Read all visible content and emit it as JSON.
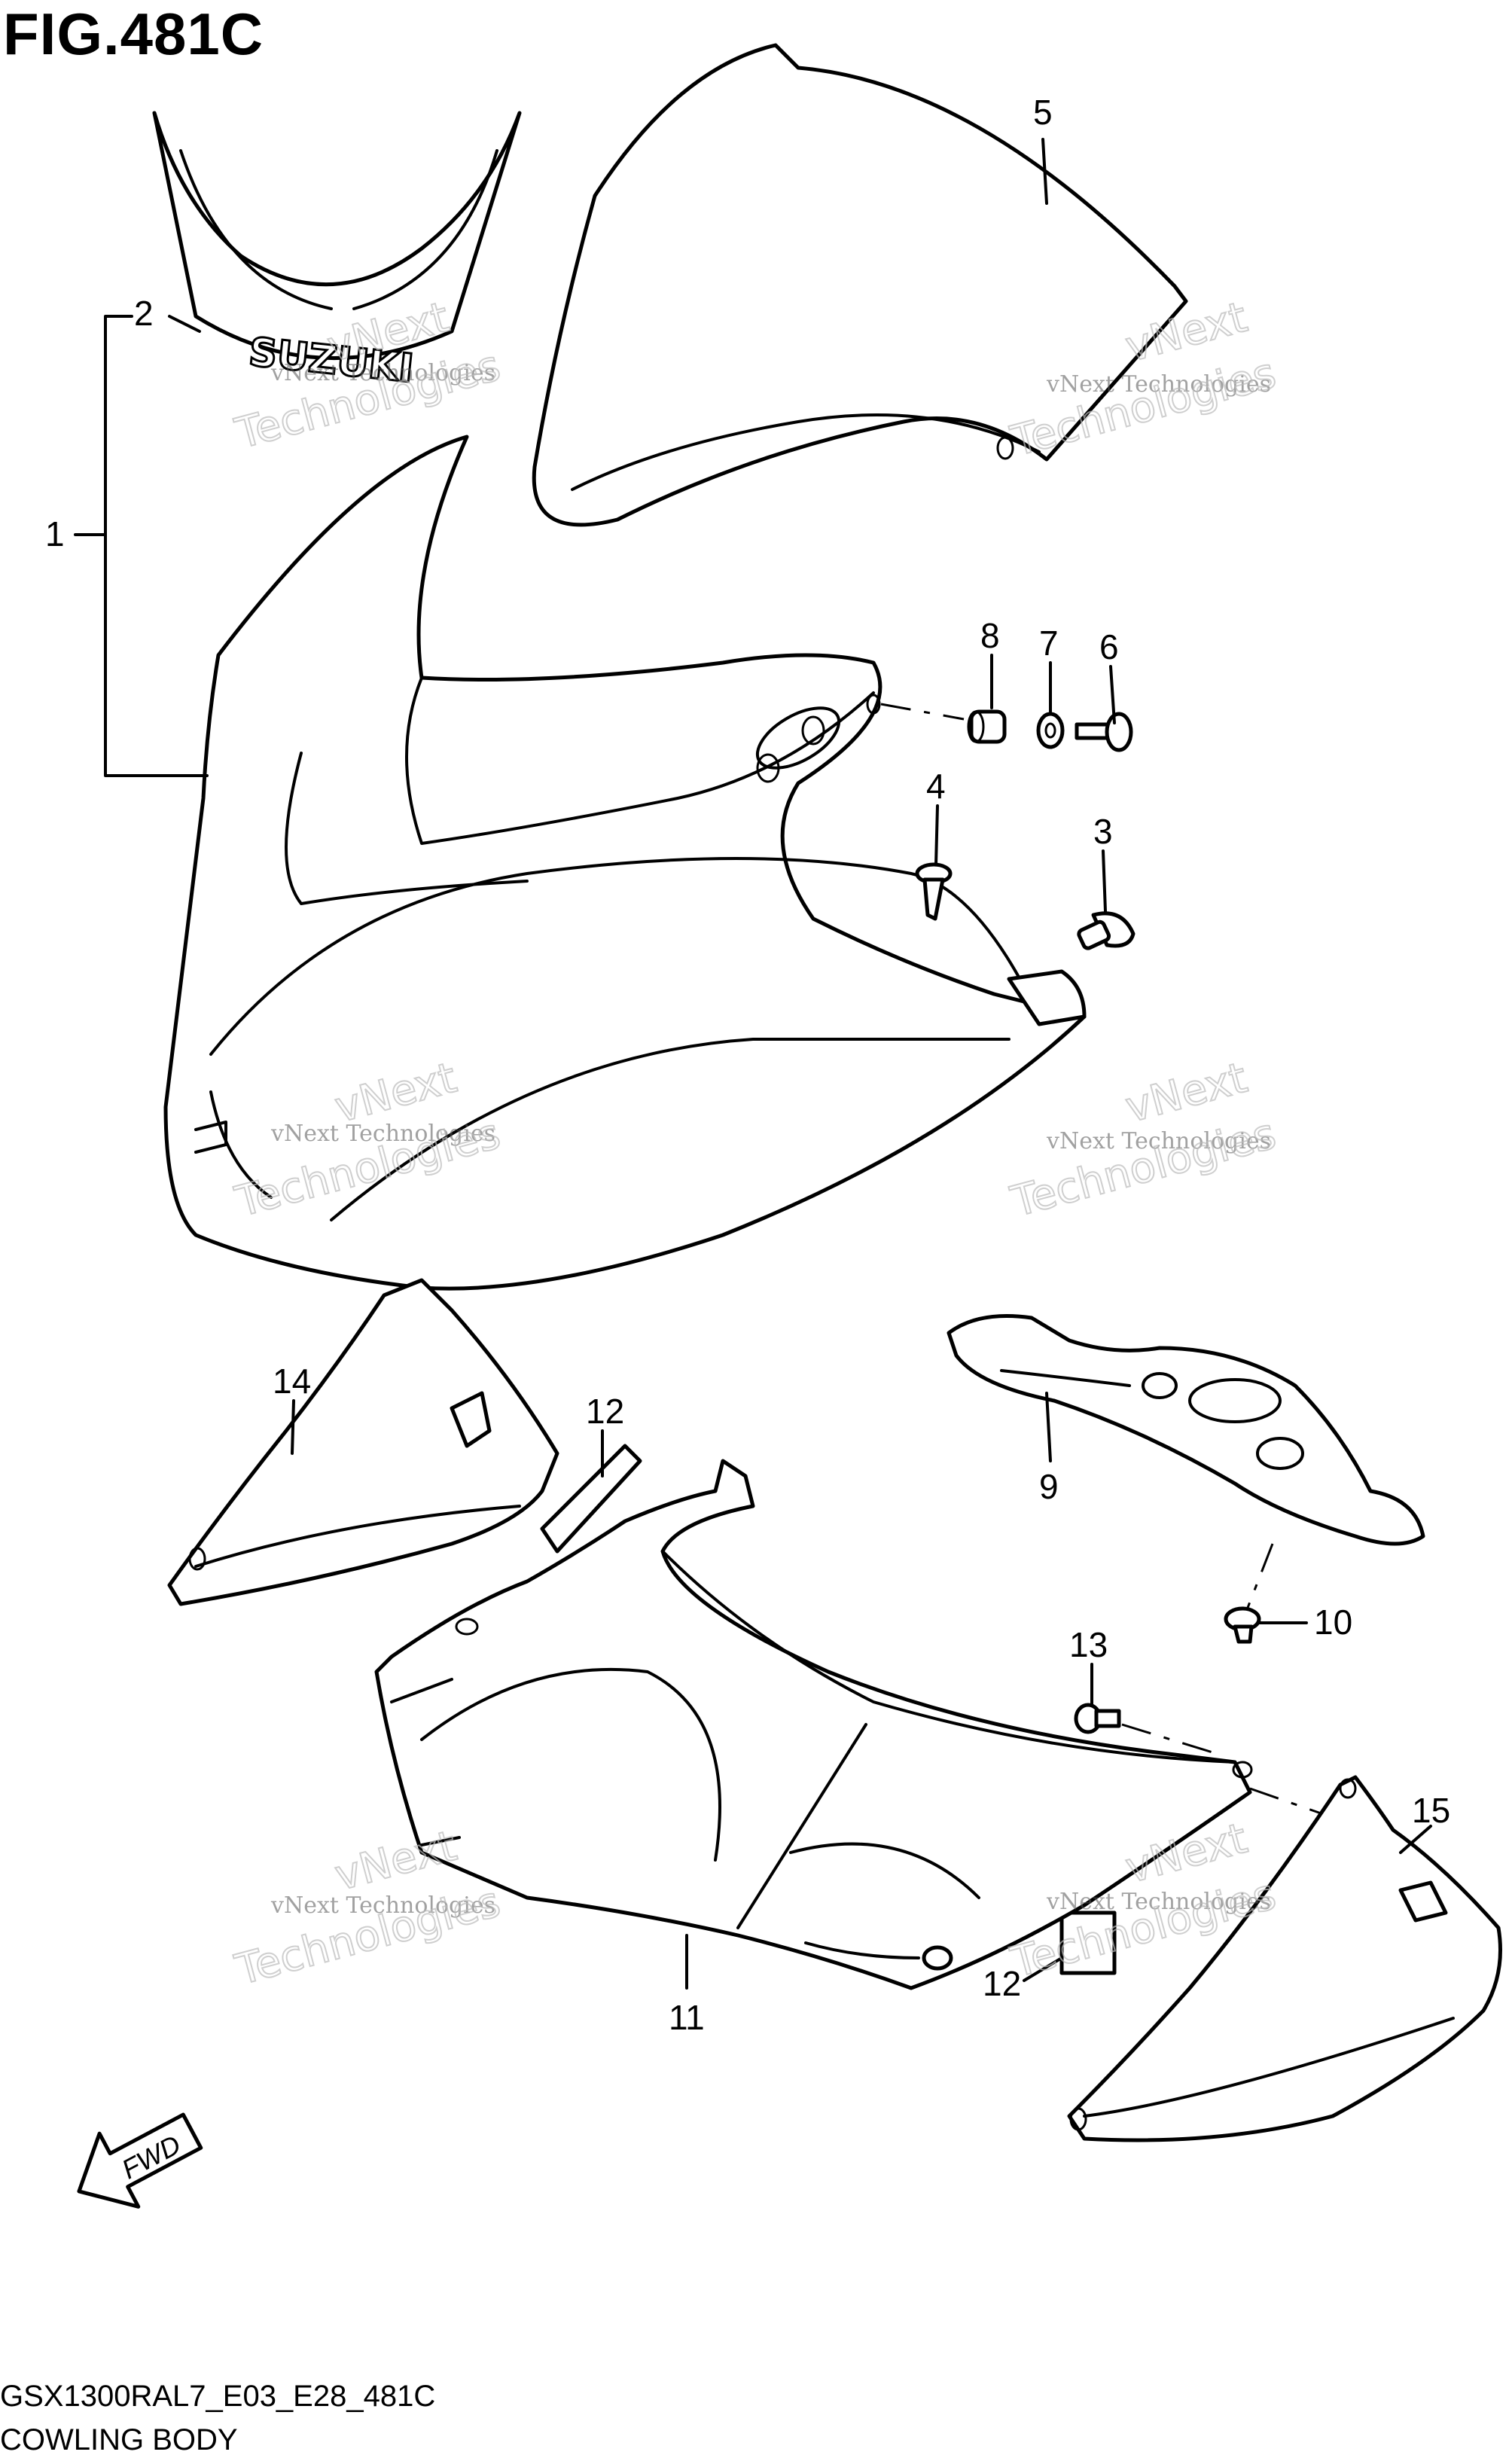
{
  "figure": {
    "title": "FIG.481C",
    "model_code": "GSX1300RAL7_E03_E28_481C",
    "section_name": "COWLING BODY"
  },
  "logo_text": "SUZUKI",
  "fwd_label": "FWD",
  "watermark": {
    "line1": "vNext Technologies",
    "line2": "vNext",
    "line3": "Technologies"
  },
  "callouts": [
    "1",
    "2",
    "3",
    "4",
    "5",
    "6",
    "7",
    "8",
    "9",
    "10",
    "11",
    "12",
    "12",
    "13",
    "14",
    "15"
  ]
}
